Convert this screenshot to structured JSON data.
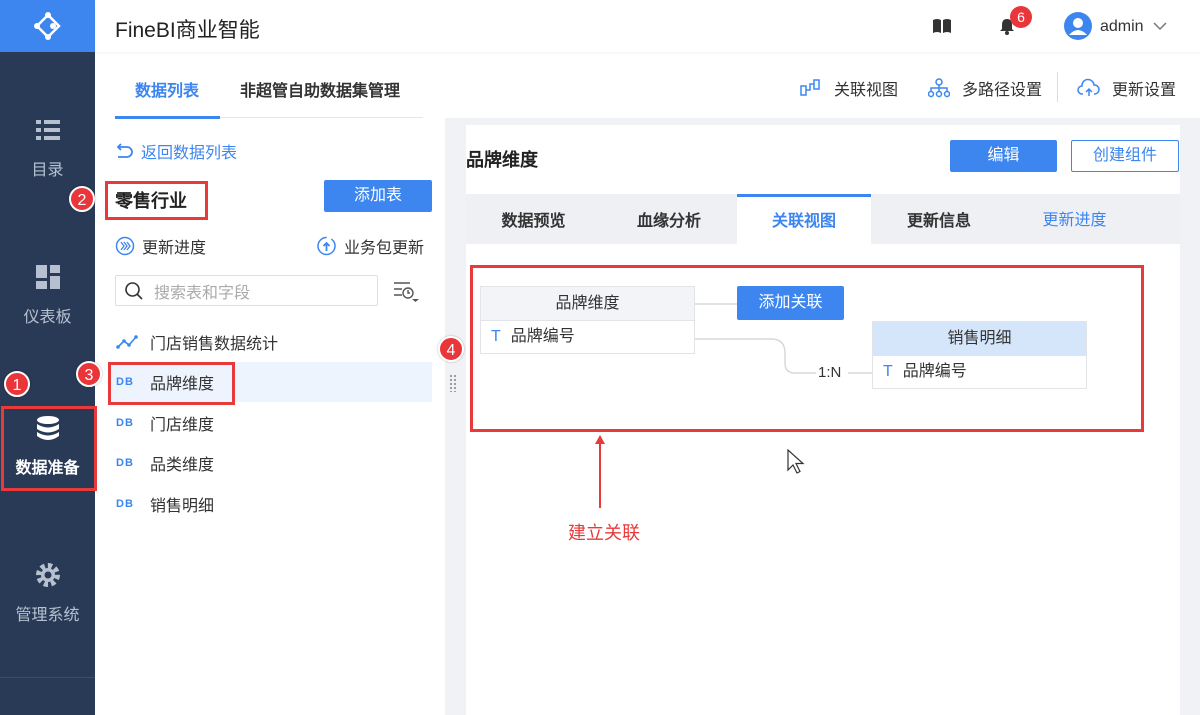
{
  "app": {
    "title": "FineBI商业智能",
    "user": "admin",
    "notification_count": "6"
  },
  "sidebar": {
    "items": [
      {
        "label": "目录",
        "icon": "list-icon"
      },
      {
        "label": "仪表板",
        "icon": "dashboard-icon"
      },
      {
        "label": "数据准备",
        "icon": "database-icon",
        "active": true
      },
      {
        "label": "管理系统",
        "icon": "gear-icon"
      }
    ]
  },
  "top_tabs": [
    {
      "label": "数据列表",
      "active": true
    },
    {
      "label": "非超管自助数据集管理"
    }
  ],
  "toolbar": {
    "relation_view": "关联视图",
    "multipath": "多路径设置",
    "update_settings": "更新设置"
  },
  "left": {
    "back": "返回数据列表",
    "package": "零售行业",
    "add_table": "添加表",
    "update_progress": "更新进度",
    "package_update": "业务包更新",
    "search_placeholder": "搜索表和字段",
    "items": [
      {
        "label": "门店销售数据统计",
        "type": "analysis"
      },
      {
        "label": "品牌维度",
        "type": "DB",
        "selected": true
      },
      {
        "label": "门店维度",
        "type": "DB"
      },
      {
        "label": "品类维度",
        "type": "DB"
      },
      {
        "label": "销售明细",
        "type": "DB"
      }
    ],
    "db_tag": "DB"
  },
  "main": {
    "title": "品牌维度",
    "edit": "编辑",
    "create_component": "创建组件",
    "tabs": [
      "数据预览",
      "血缘分析",
      "关联视图",
      "更新信息"
    ],
    "active_tab": "关联视图",
    "link_tab": "更新进度",
    "diagram": {
      "source": {
        "name": "品牌维度",
        "fields": [
          "品牌编号"
        ]
      },
      "add_relation": "添加关联",
      "target": {
        "name": "销售明细",
        "fields": [
          "品牌编号"
        ]
      },
      "cardinality": "1:N",
      "field_type_icon": "T"
    }
  },
  "annotations": {
    "steps": [
      "1",
      "2",
      "3",
      "4"
    ],
    "caption": "建立关联"
  },
  "colors": {
    "accent": "#3d86f0",
    "sidebar": "#293a56",
    "annotation": "#e83a3a"
  }
}
